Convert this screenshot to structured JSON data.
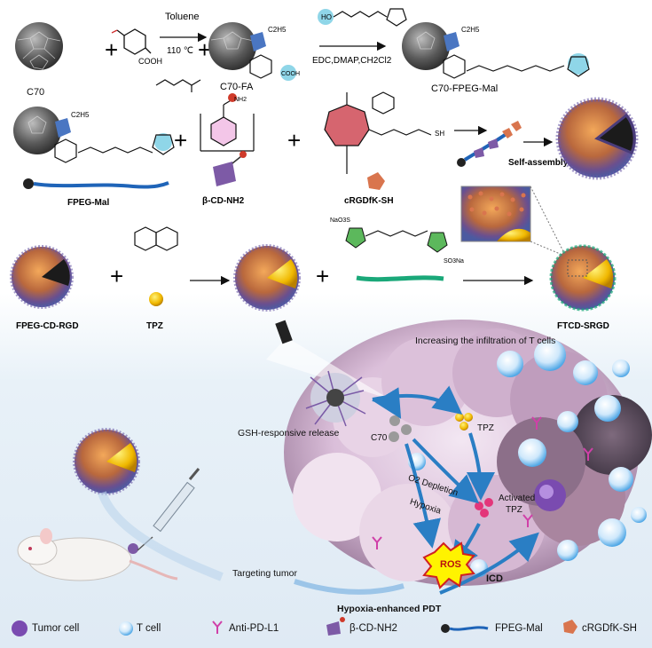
{
  "row1": {
    "c70": "C70",
    "toluene": "Toluene",
    "temp": "110 ℃",
    "c70fa": "C70-FA",
    "reagents": "EDC,DMAP,CH2Cl2",
    "c70fpegmal": "C70-FPEG-Mal",
    "cooh": "COOH",
    "ho": "HO",
    "c2h5": "C2H5"
  },
  "row2": {
    "fpegmal": "FPEG-Mal",
    "bcd": "β-CD-NH2",
    "crgd": "cRGDfK-SH",
    "selfassembly": "Self-assembly",
    "sh": "SH",
    "nh2": "NH2"
  },
  "row3": {
    "fpegcdrgd": "FPEG-CD-RGD",
    "tpz": "TPZ",
    "ftcd": "FTCD-SRGD",
    "nao3s": "NaO3S",
    "so3na": "SO3Na"
  },
  "bottom": {
    "infiltration": "Increasing the infiltration of T cells",
    "gsh": "GSH-responsive release",
    "c70": "C70",
    "tpz": "TPZ",
    "o2": "O2 Depletion",
    "hypoxia": "Hypoxia",
    "activated1": "Activated",
    "activated2": "TPZ",
    "ros": "ROS",
    "targeting": "Targeting tumor",
    "pdt": "Hypoxia-enhanced PDT",
    "icd": "ICD"
  },
  "legend": {
    "tumor": "Tumor cell",
    "tcell": "T cell",
    "antipd": "Anti-PD-L1",
    "bcd": "β-CD-NH2",
    "fpeg": "FPEG-Mal",
    "crgd": "cRGDfK-SH"
  }
}
